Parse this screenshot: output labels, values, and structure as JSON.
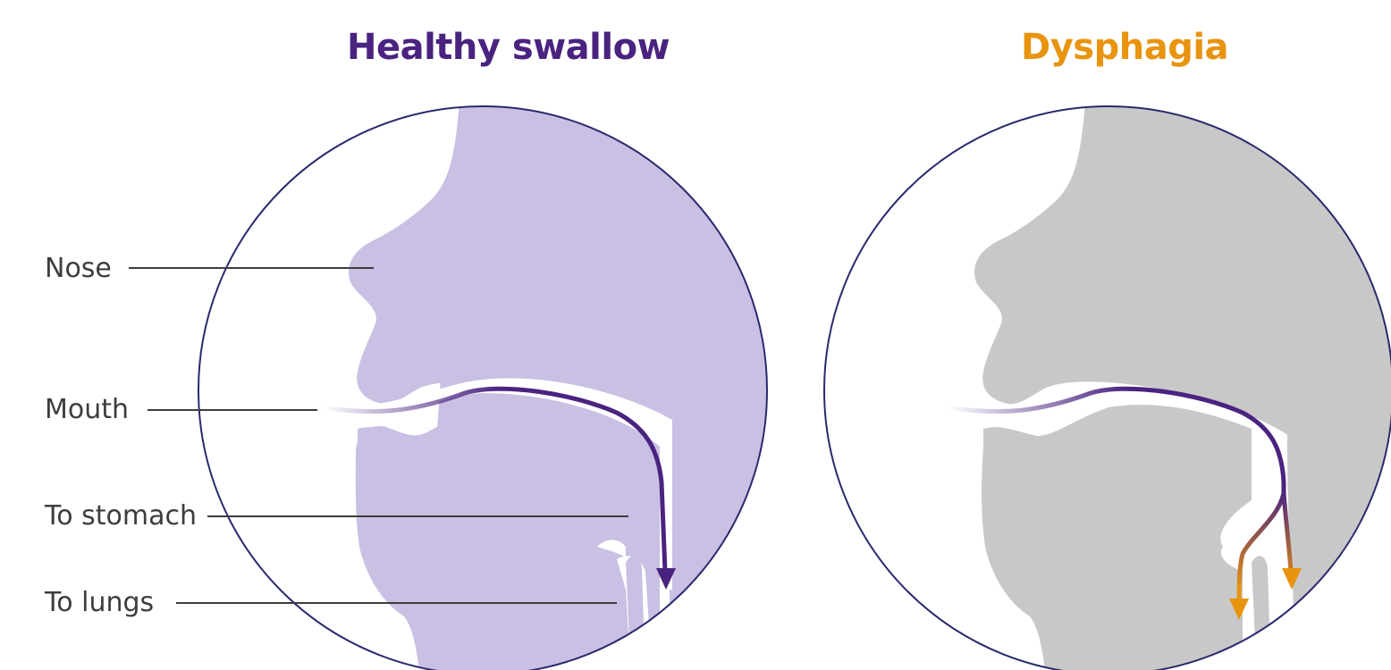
{
  "titles": {
    "healthy": "Healthy swallow",
    "dysphagia": "Dysphagia"
  },
  "labels": {
    "nose": "Nose",
    "mouth": "Mouth",
    "to_stomach": "To stomach",
    "to_lungs": "To lungs"
  },
  "colors": {
    "healthy_title": "#4a2380",
    "dysphagia_title": "#e8940f",
    "healthy_fill": "#c9c0e3",
    "dysphagia_fill": "#c8c8c8",
    "circle_stroke": "#2a2a6e",
    "path_purple": "#4a2380",
    "arrow_orange": "#e8940f",
    "leader_line": "#3d3d3d"
  }
}
